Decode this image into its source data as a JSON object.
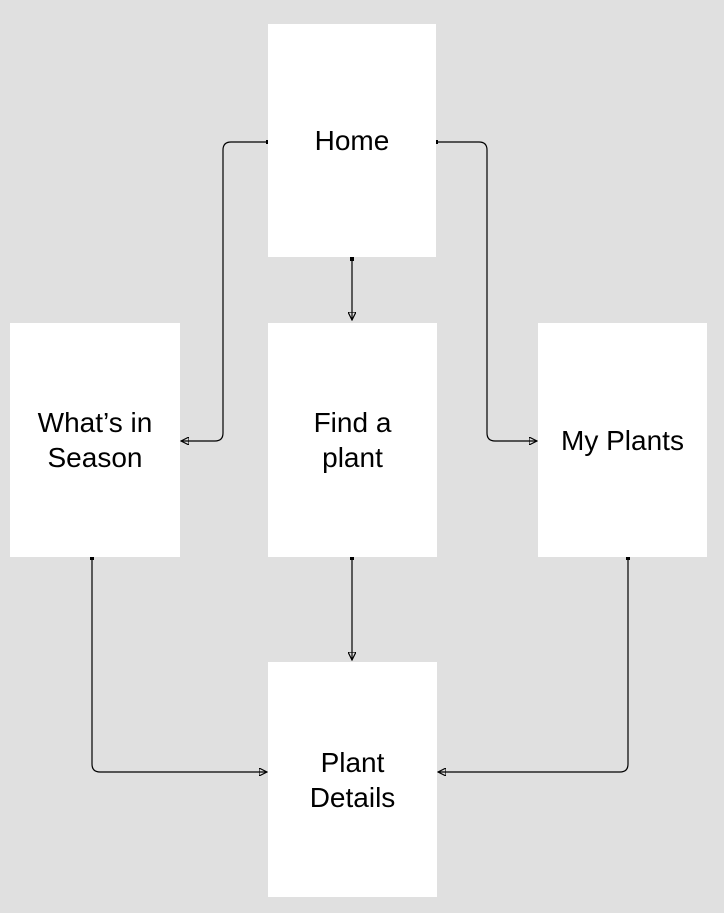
{
  "diagram": {
    "type": "flow",
    "background_color": "#e0e0e0",
    "node_fill_color": "#ffffff",
    "connector_color": "#000000",
    "text_color": "#000000",
    "nodes": [
      {
        "id": "home",
        "label": "Home"
      },
      {
        "id": "whats-in-season",
        "label": "What’s in\nSeason"
      },
      {
        "id": "find-a-plant",
        "label": "Find a\nplant"
      },
      {
        "id": "my-plants",
        "label": "My Plants"
      },
      {
        "id": "plant-details",
        "label": "Plant\nDetails"
      }
    ],
    "edges": [
      {
        "from": "home",
        "to": "find-a-plant"
      },
      {
        "from": "home",
        "to": "whats-in-season"
      },
      {
        "from": "home",
        "to": "my-plants"
      },
      {
        "from": "find-a-plant",
        "to": "plant-details"
      },
      {
        "from": "whats-in-season",
        "to": "plant-details"
      },
      {
        "from": "my-plants",
        "to": "plant-details"
      }
    ]
  }
}
